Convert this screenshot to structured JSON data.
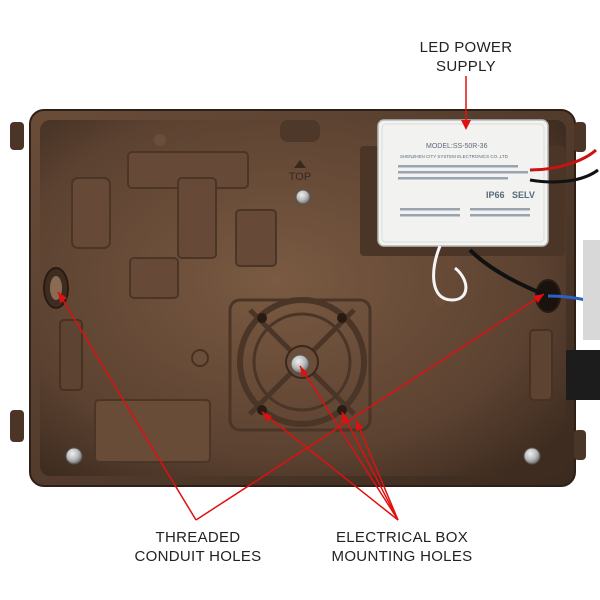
{
  "colors": {
    "background": "#ffffff",
    "housing": "#5a4030",
    "housing_inner": "#6e4f3a",
    "housing_shadow": "#3a281d",
    "callout": "#e01010",
    "label_text": "#222222",
    "power_supply": "#f2f2f0",
    "power_supply_text": "#5a6a7a",
    "screw": "#c8c8c8"
  },
  "labels": {
    "power_supply": {
      "line1": "LED POWER",
      "line2": "SUPPLY"
    },
    "conduit": {
      "line1": "THREADED",
      "line2": "CONDUIT HOLES"
    },
    "mounting": {
      "line1": "ELECTRICAL BOX",
      "line2": "MOUNTING HOLES"
    }
  },
  "housing_marks": {
    "top": "TOP"
  },
  "power_supply_printing": {
    "model": "MODEL:SS-50R-36",
    "maker": "SHENZHEN CITY SYSTEM ELECTRONICS CO.,LTD",
    "ip_rating": "IP66",
    "selv": "SELV"
  },
  "icons": [
    "screw-icon",
    "conduit-hole-icon",
    "mounting-hole-icon",
    "wire-icon"
  ]
}
